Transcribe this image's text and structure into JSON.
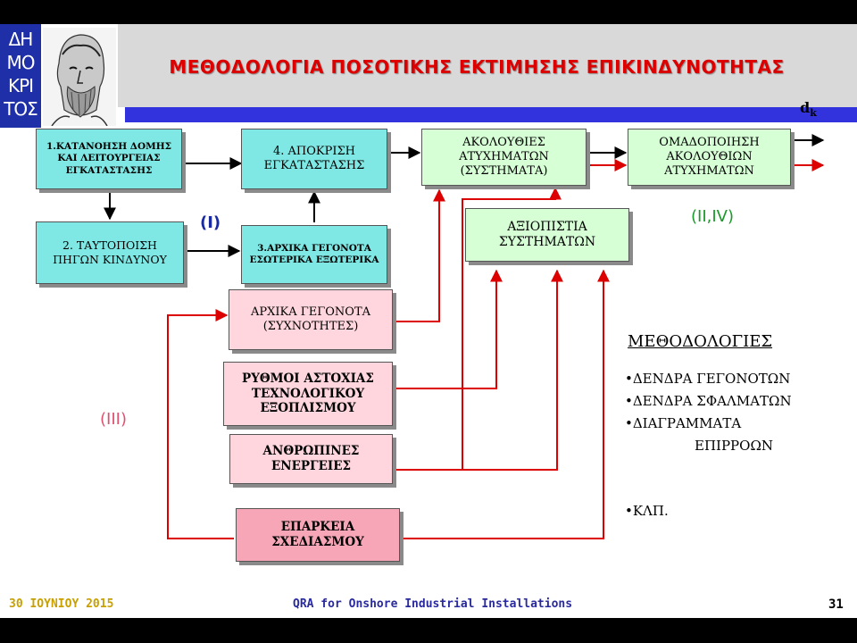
{
  "logo": {
    "letters": [
      "ΔΗ",
      "ΜΟ",
      "ΚΡΙ",
      "ΤΟΣ"
    ],
    "icon": "democritus-bust-icon"
  },
  "title": "ΜΕΘΟΔΟΛΟΓΙΑ ΠΟΣΟΤΙΚΗΣ ΕΚΤΙΜΗΣΗΣ ΕΠΙΚΙΝΔΥΝΟΤΗΤΑΣ",
  "output_label": {
    "main": "d",
    "sub": "k"
  },
  "boxes": {
    "b1": "1.ΚΑΤΑΝΟΗΣΗ ΔΟΜΗΣ ΚΑΙ ΛΕΙΤΟΥΡΓΕΙΑΣ ΕΓΚΑΤΑΣΤΑΣΗΣ",
    "b2": "2. ΤΑΥΤΟΠΟΙΣΗ ΠΗΓΩΝ ΚΙΝΔΥΝΟΥ",
    "b3": "3.ΑΡΧΙΚΑ ΓΕΓΟΝΟΤΑ ΕΣΩΤΕΡΙΚΑ ΕΞΩΤΕΡΙΚΑ",
    "b4": "4. ΑΠΟΚΡΙΣΗ ΕΓΚΑΤΑΣΤΑΣΗΣ",
    "seq": "ΑΚΟΛΟΥΘΙΕΣ ΑΤΥΧΗΜΑΤΩΝ (ΣΥΣΤΗΜΑΤΑ)",
    "group": "ΟΜΑΔΟΠΟΙΗΣΗ ΑΚΟΛΟΥΘΙΩΝ ΑΤΥΧΗΜΑΤΩΝ",
    "reliability": "ΑΞΙΟΠΙΣΤΙΑ ΣΥΣΤΗΜΑΤΩΝ",
    "initial": "ΑΡΧΙΚΑ ΓΕΓΟΝΟΤΑ (ΣΥΧΝΟΤΗΤΕΣ)",
    "failure_rates": "ΡΥΘΜΟΙ ΑΣΤΟΧΙΑΣ ΤΕΧΝΟΛΟΓΙΚΟΥ ΕΞΟΠΛΙΣΜΟΥ",
    "human": "ΑΝΘΡΩΠΙΝΕΣ ΕΝΕΡΓΕΙΕΣ",
    "design": "ΕΠΑΡΚΕΙΑ ΣΧΕΔΙΑΣΜΟΥ"
  },
  "labels": {
    "i": "(Ι)",
    "ii_iv": "(ΙΙ,ΙV)",
    "iii": "(ΙΙΙ)"
  },
  "methodologies": {
    "title": "ΜΕΘΟΔΟΛΟΓΙΕΣ",
    "items": [
      "•ΔΕΝΔΡΑ ΓΕΓΟΝΟΤΩΝ",
      "•ΔΕΝΔΡΑ ΣΦΑΛΜΑΤΩΝ",
      "•ΔΙΑΓΡΑΜΜΑΤΑ",
      "ΕΠΙΡΡΟΩΝ",
      "•ΚΛΠ."
    ]
  },
  "footer": {
    "date": "30 ΙΟΥΝΙΟΥ 2015",
    "subtitle": "QRA for Onshore Industrial Installations",
    "page": "31",
    "date_color": "#c8a000",
    "subtitle_color": "#2a2aa0",
    "page_color": "#000000"
  },
  "colors": {
    "flow_black": "#000000",
    "flow_red": "#dd0000",
    "accent_blue": "#3333dd",
    "title_red": "#dd0000"
  }
}
